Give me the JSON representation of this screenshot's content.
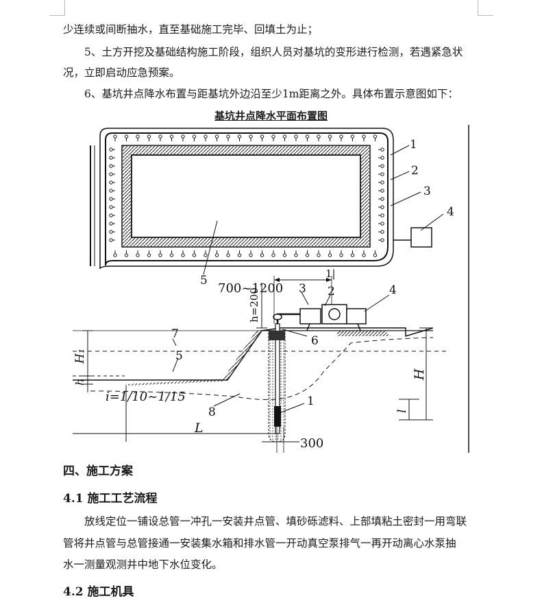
{
  "doc": {
    "line1": "少连续或间断抽水，直至基础施工完毕、回填土为止；",
    "item5_a": "5、土方开挖及基础结构施工阶段，组织人员对基坑的变形进行检测，若遇紧急状",
    "item5_b": "况，立即启动应急预案。",
    "item6": "6、基坑井点降水布置与距基坑外边沿至少1m距离之外。具体布置示意图如下：",
    "figure_title": "基坑井点降水平面布置图",
    "section4": "四、施工方案",
    "section4_1": "4.1 施工工艺流程",
    "para_a": "放线定位一铺设总管一冲孔一安装井点管、填砂砾滤料、上部填粘土密封一用弯联",
    "para_b": "管将井点管与总管接通一安装集水箱和排水管一开动真空泵排气一再开动离心水泵抽",
    "para_c": "水一测量观测井中地下水位变化。",
    "section4_2": "4.2   施工机具"
  },
  "diagram": {
    "plan_labels": [
      "1",
      "2",
      "3",
      "4",
      "5"
    ],
    "section_mark": "1|",
    "section_labels": [
      "7",
      "5",
      "3",
      "2",
      "4",
      "6",
      "1",
      "8"
    ],
    "dim_top": "700~1200",
    "dim_h": "h=200",
    "dim_H1": "H₁",
    "dim_h_small": "h",
    "slope": "i=1/10~1/15",
    "dim_L": "L",
    "dim_H": "H",
    "dim_l": "l",
    "dim_300": "300"
  }
}
